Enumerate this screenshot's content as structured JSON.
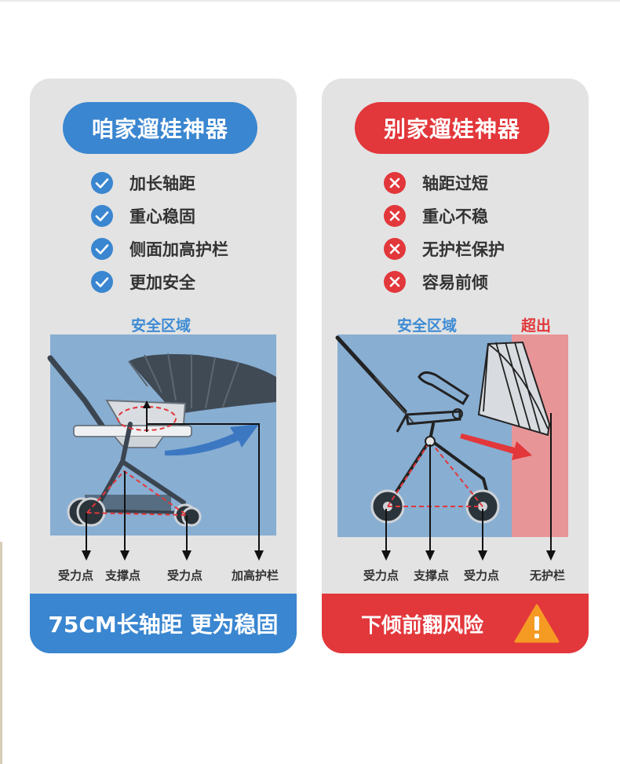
{
  "colors": {
    "blue": "#3a86d0",
    "red": "#e2373b",
    "card_bg": "#e3e3e3"
  },
  "left_card": {
    "title": "咱家遛娃神器",
    "features": [
      {
        "icon": "check-circle-icon",
        "label": "加长轴距"
      },
      {
        "icon": "check-circle-icon",
        "label": "重心稳固"
      },
      {
        "icon": "check-circle-icon",
        "label": "侧面加高护栏"
      },
      {
        "icon": "check-circle-icon",
        "label": "更加安全"
      }
    ],
    "zone_label": "安全区域",
    "points": [
      "受力点",
      "支撑点",
      "受力点",
      "加高护栏"
    ],
    "bottom_text": "75CM长轴距  更为稳固"
  },
  "right_card": {
    "title": "别家遛娃神器",
    "features": [
      {
        "icon": "x-circle-icon",
        "label": "轴距过短"
      },
      {
        "icon": "x-circle-icon",
        "label": "重心不稳"
      },
      {
        "icon": "x-circle-icon",
        "label": "无护栏保护"
      },
      {
        "icon": "x-circle-icon",
        "label": "容易前倾"
      }
    ],
    "zone_label": "安全区域",
    "over_label": "超出",
    "points": [
      "受力点",
      "支撑点",
      "受力点",
      "无护栏"
    ],
    "bottom_text": "下倾前翻风险",
    "warning_icon": "warning-triangle-icon"
  }
}
